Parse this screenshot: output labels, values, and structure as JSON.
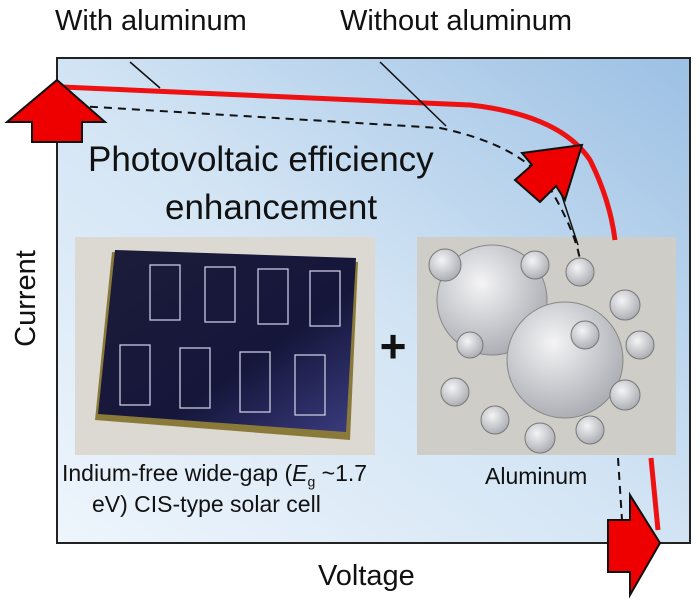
{
  "labels": {
    "with_aluminum": "With aluminum",
    "without_aluminum": "Without aluminum",
    "title_line1": "Photovoltaic efficiency",
    "title_line2": "enhancement",
    "y_axis": "Current",
    "x_axis": "Voltage",
    "plus": "+",
    "cell_caption_a": "Indium-free wide-gap (",
    "cell_caption_E": "E",
    "cell_caption_g": "g",
    "cell_caption_b": " ~1.7",
    "cell_caption_line2": "eV) CIS-type solar cell",
    "aluminum_caption": "Aluminum"
  },
  "colors": {
    "curve_with": "#ee1111",
    "arrow": "#ee0000",
    "background_light": "#e6f0fa",
    "background_dark": "#9fc3e6"
  }
}
